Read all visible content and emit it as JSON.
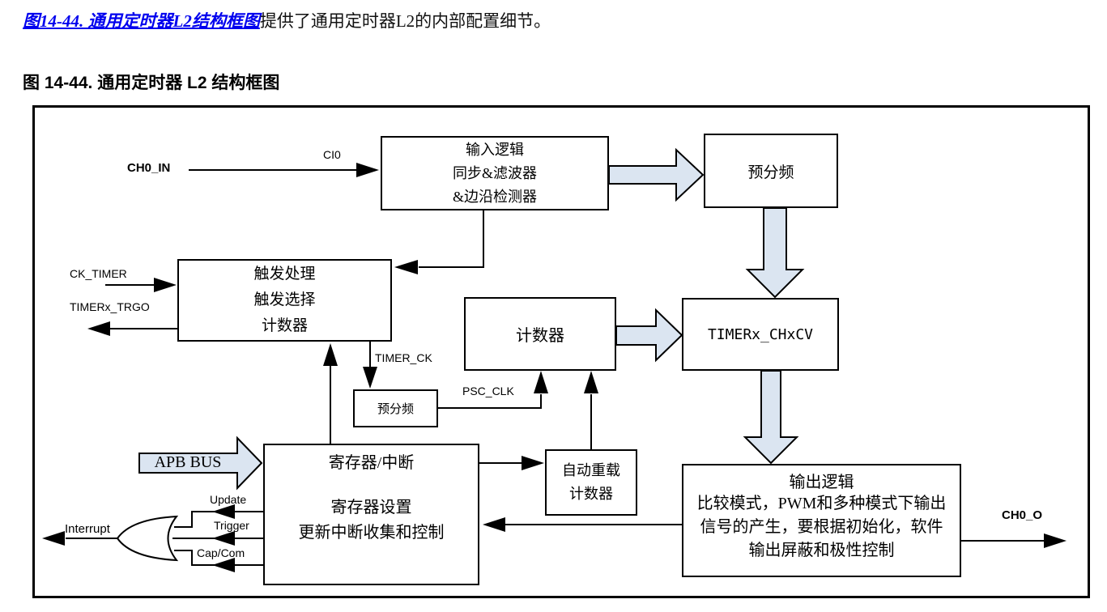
{
  "intro": {
    "link": "图14-44. 通用定时器L2结构框图",
    "text": "提供了通用定时器L2的内部配置细节。"
  },
  "heading": "图 14-44. 通用定时器 L2 结构框图",
  "diagram": {
    "boxes": {
      "input_logic": "输入逻辑\n同步&滤波器\n&边沿检测器",
      "prescaler_top": "预分频",
      "trigger_unit": "触发处理\n触发选择\n计数器",
      "counter": "计数器",
      "chxcv": "TIMERx_CHxCV",
      "prescaler_small": "预分频",
      "registers_title": "寄存器/中断",
      "registers_body": "寄存器设置\n更新中断收集和控制",
      "auto_reload": "自动重载\n计数器",
      "output_title": "输出逻辑",
      "output_body": "比较模式，PWM和多种模式下输出\n信号的产生，要根据初始化，软件\n输出屏蔽和极性控制"
    },
    "signals": {
      "ch0_in": "CH0_IN",
      "ci0": "CI0",
      "ck_timer": "CK_TIMER",
      "timerx_trgo": "TIMERx_TRGO",
      "timer_ck": "TIMER_CK",
      "psc_clk": "PSC_CLK",
      "apb_bus": "APB BUS",
      "update": "Update",
      "trigger": "Trigger",
      "cap_com": "Cap/Com",
      "interrupt": "Interrupt",
      "ch0_o": "CH0_O"
    },
    "colors": {
      "arrow_fill": "#dbe5f1",
      "line": "#000000",
      "link_blue": "#0000ee"
    }
  }
}
